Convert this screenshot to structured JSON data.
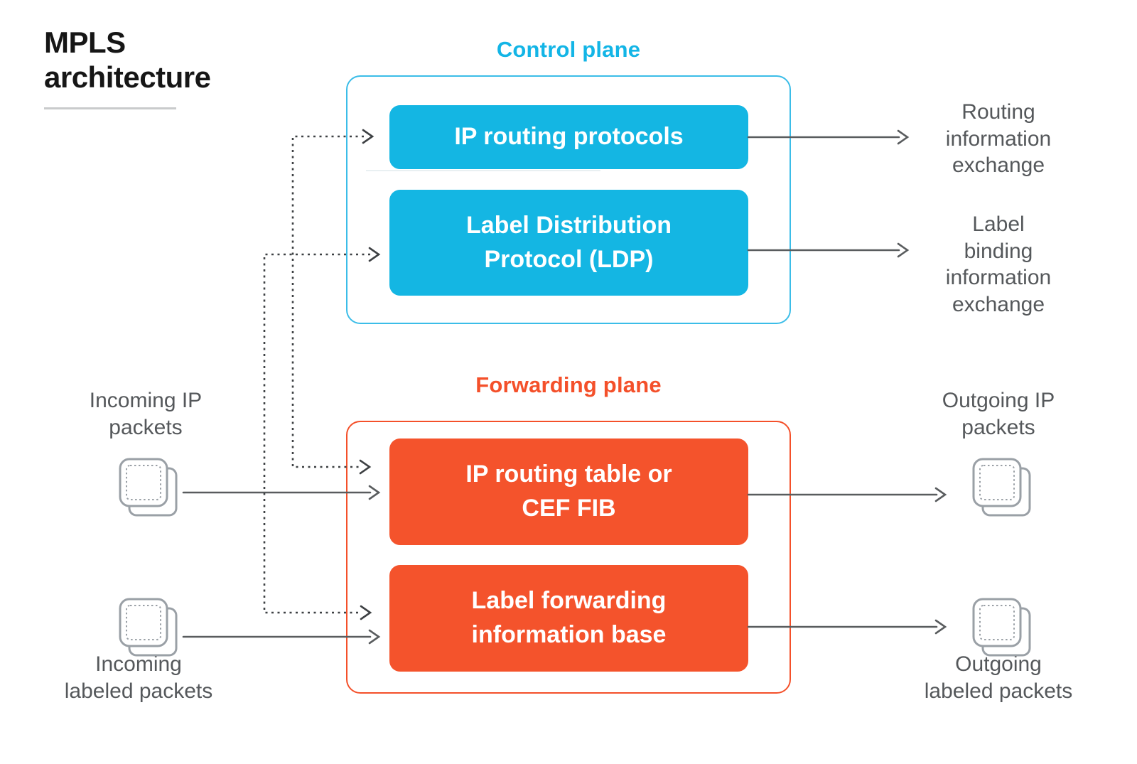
{
  "header": {
    "title": "MPLS\narchitecture"
  },
  "control_plane": {
    "label": "Control plane",
    "accent_color": "#13b5e6",
    "box_fill": "#14b6e3",
    "boxes": [
      {
        "label": "IP routing protocols"
      },
      {
        "label": "Label Distribution\nProtocol (LDP)"
      }
    ]
  },
  "forwarding_plane": {
    "label": "Forwarding plane",
    "accent_color": "#f4502a",
    "box_fill": "#f4532c",
    "boxes": [
      {
        "label": "IP routing table or\nCEF FIB"
      },
      {
        "label": "Label forwarding\ninformation base"
      }
    ]
  },
  "inputs": [
    {
      "label": "Incoming IP\npackets",
      "icon": "packet-icon"
    },
    {
      "label": "Incoming\nlabeled packets",
      "icon": "packet-icon"
    }
  ],
  "outputs": [
    {
      "label": "Routing\ninformation\nexchange"
    },
    {
      "label": "Label\nbinding\ninformation\nexchange"
    },
    {
      "label": "Outgoing IP\npackets",
      "icon": "packet-icon"
    },
    {
      "label": "Outgoing\nlabeled packets",
      "icon": "packet-icon"
    }
  ],
  "colors": {
    "title_text": "#161616",
    "side_text": "#55585b",
    "solid_line": "#595c5e",
    "dotted_line": "#3d4043",
    "icon_gray": "#9aa0a6",
    "control_accent": "#13b5e6",
    "forwarding_accent": "#f4502a"
  }
}
